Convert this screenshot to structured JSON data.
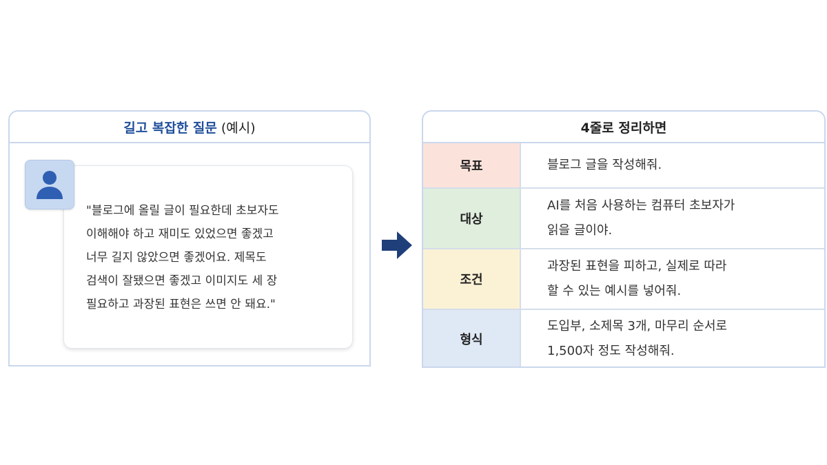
{
  "left_panel": {
    "title_accent": "길고 복잡한 질문",
    "title_plain": "(예시)",
    "question": "\"블로그에 올릴 글이 필요한데 초보자도\n이해해야 하고 재미도 있었으면 좋겠고\n너무 길지 않았으면 좋겠어요. 제목도\n검색이 잘됐으면 좋겠고 이미지도 세 장\n필요하고 과장된 표현은 쓰면 안 돼요.\""
  },
  "right_panel": {
    "title": "4줄로 정리하면",
    "rows": [
      {
        "label": "목표",
        "text": "블로그 글을 작성해줘.",
        "color": "#fbe3dc"
      },
      {
        "label": "대상",
        "text": "AI를 처음 사용하는 컴퓨터 초보자가\n읽을 글이야.",
        "color": "#dfeedd"
      },
      {
        "label": "조건",
        "text": "과장된 표현을 피하고, 실제로 따라\n할 수 있는 예시를 넣어줘.",
        "color": "#fbf2d6"
      },
      {
        "label": "형식",
        "text": "도입부, 소제목 3개, 마무리 순서로\n1,500자 정도 작성해줘.",
        "color": "#dfe8f5"
      }
    ]
  },
  "colors": {
    "accent": "#1f4e9a",
    "border": "#c9d7ec",
    "arrow": "#1f3f7a"
  },
  "icons": {
    "avatar": "user-icon",
    "arrow": "right-arrow-icon"
  }
}
